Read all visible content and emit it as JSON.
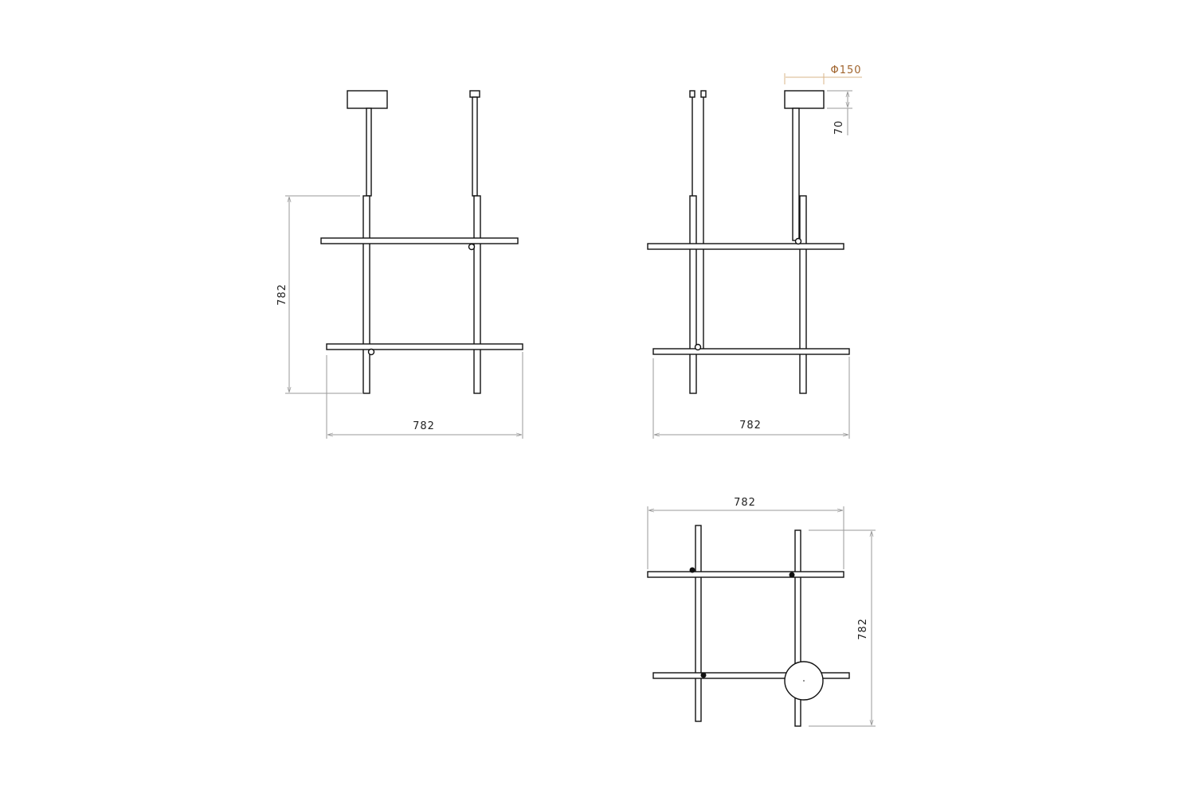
{
  "drawing": {
    "front_view": {
      "height_label": "782",
      "width_label": "782"
    },
    "side_view": {
      "width_label": "782",
      "canopy_diameter_label": "Φ150",
      "canopy_height_label": "70"
    },
    "top_view": {
      "width_label": "782",
      "depth_label": "782"
    }
  },
  "colors": {
    "line": "#111111",
    "dimension": "#9a9a9a",
    "accent_dimension": "#a0642d"
  }
}
